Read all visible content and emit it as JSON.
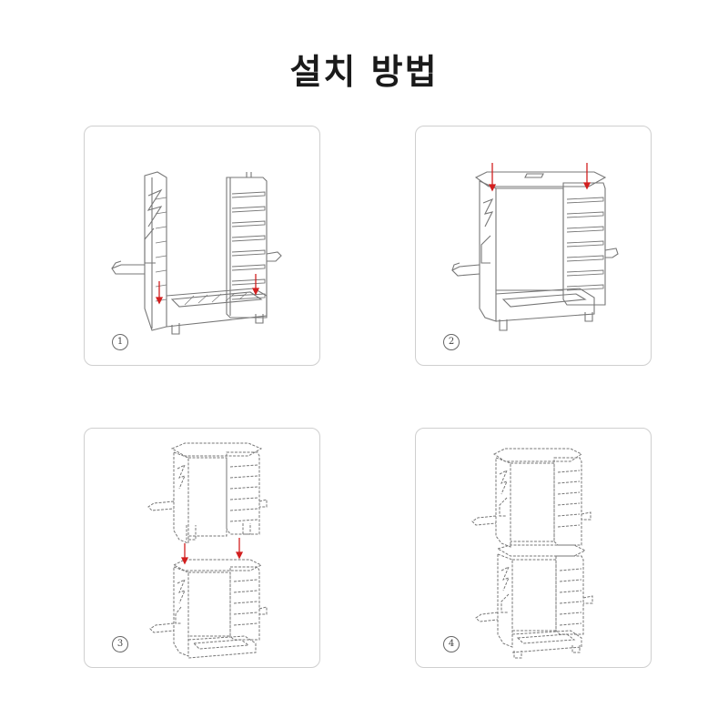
{
  "title": "설치 방법",
  "steps": [
    {
      "number": "1"
    },
    {
      "number": "2"
    },
    {
      "number": "3"
    },
    {
      "number": "4"
    }
  ],
  "colors": {
    "line": "#777777",
    "arrow": "#d21f1f",
    "border": "#cfcfcf"
  }
}
